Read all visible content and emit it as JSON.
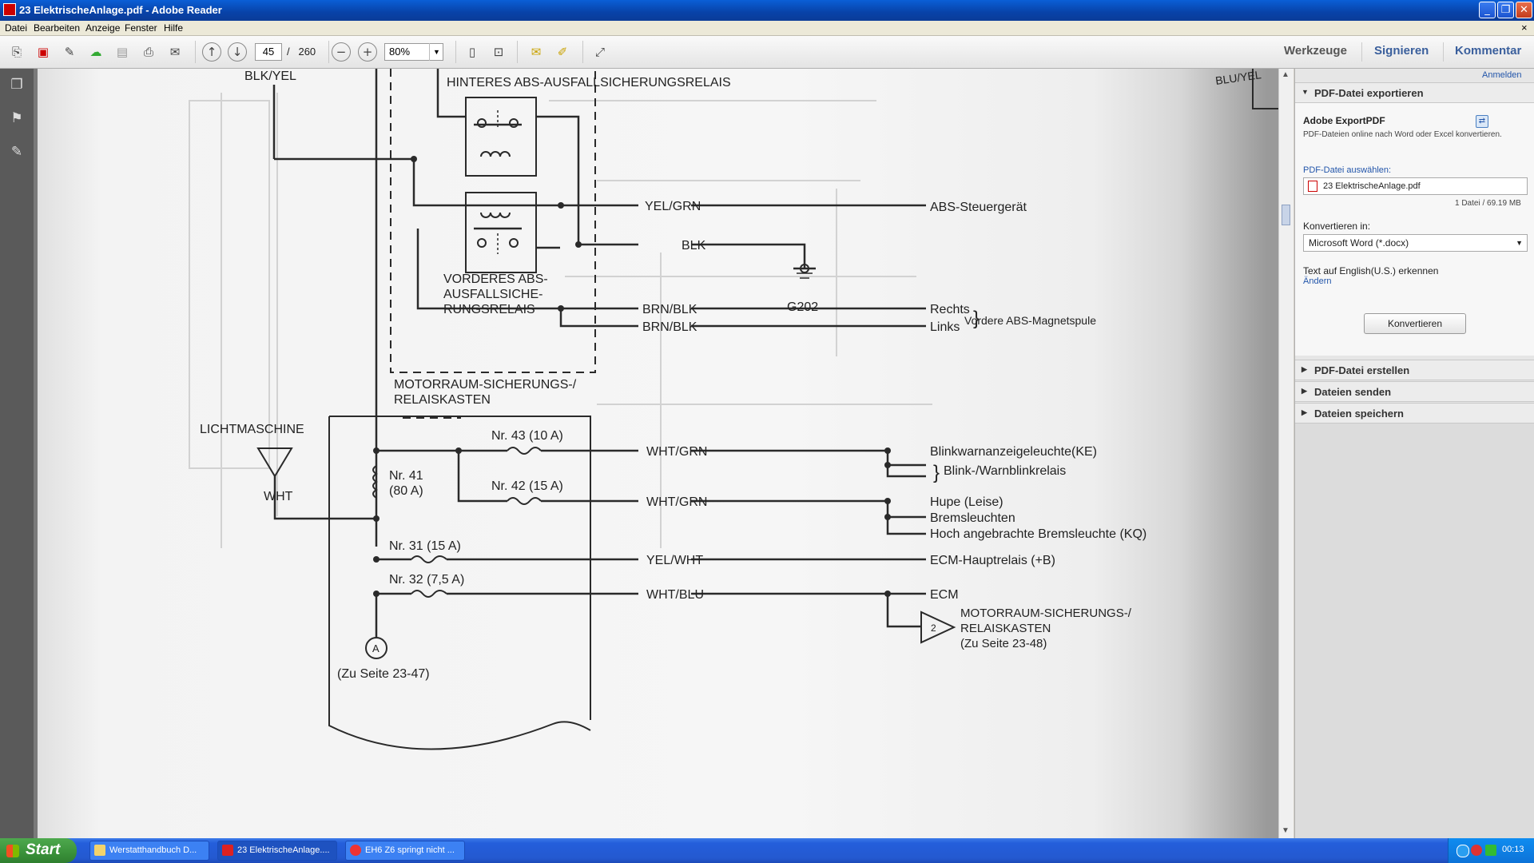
{
  "window": {
    "title": "23 ElektrischeAnlage.pdf - Adobe Reader",
    "min_glyph": "_",
    "max_glyph": "❐",
    "close_glyph": "✕"
  },
  "menu": {
    "items": [
      "Datei",
      "Bearbeiten",
      "Anzeige",
      "Fenster",
      "Hilfe"
    ],
    "close_glyph": "×"
  },
  "toolbar": {
    "page_current": "45",
    "page_separator": "/",
    "page_total": "260",
    "zoom": "80%",
    "right_tabs": [
      "Werkzeuge",
      "Signieren",
      "Kommentar"
    ]
  },
  "icons": [
    "create-pdf-icon",
    "edit-pdf-icon",
    "sign-icon",
    "upload-icon",
    "save-icon",
    "print-icon",
    "email-icon",
    "prev-page-icon",
    "next-page-icon",
    "zoom-out-icon",
    "zoom-in-icon",
    "fit-page-icon",
    "fit-width-icon",
    "comment-icon",
    "highlight-icon",
    "fullscreen-icon",
    "pages-panel-icon",
    "bookmarks-panel-icon",
    "attachments-panel-icon"
  ],
  "right_panel": {
    "signin": "Anmelden",
    "export_header": "PDF-Datei exportieren",
    "exportpdf_title": "Adobe ExportPDF",
    "exportpdf_desc": "PDF-Dateien online nach Word oder Excel konvertieren.",
    "select_label": "PDF-Datei auswählen:",
    "file_name": "23 ElektrischeAnlage.pdf",
    "file_meta": "1 Datei / 69.19 MB",
    "convert_label": "Konvertieren in:",
    "convert_value": "Microsoft Word (*.docx)",
    "ocr_text": "Text auf English(U.S.) erkennen",
    "change_link": "Ändern",
    "convert_button": "Konvertieren",
    "sections": [
      "PDF-Datei erstellen",
      "Dateien senden",
      "Dateien speichern"
    ]
  },
  "taskbar": {
    "start": "Start",
    "tasks": [
      "Werstatthandbuch D...",
      "23 ElektrischeAnlage....",
      "EH6 Z6 springt nicht ..."
    ],
    "clock": "00:13"
  },
  "colors": {
    "titlebar": "#0842a8",
    "taskbar": "#245edb",
    "start": "#3a913a",
    "link": "#2255aa"
  },
  "schematic": {
    "wires": {
      "blk_yel": "BLK/YEL",
      "yel_grn": "YEL/GRN",
      "blk": "BLK",
      "brn_blk_1": "BRN/BLK",
      "brn_blk_2": "BRN/BLK",
      "wht_grn_1": "WHT/GRN",
      "wht_grn_2": "WHT/GRN",
      "yel_wht": "YEL/WHT",
      "wht_blu": "WHT/BLU",
      "wht": "WHT",
      "blu_yel": "BLU/YEL"
    },
    "relays": {
      "rear_relay": "HINTERES ABS-AUSFALLSICHERUNGSRELAIS",
      "front_relay_1": "VORDERES ABS-",
      "front_relay_2": "AUSFALLSICHE-",
      "front_relay_3": "RUNGSRELAIS"
    },
    "fusebox_1": "MOTORRAUM-SICHERUNGS-/",
    "fusebox_2": "RELAISKASTEN",
    "alternator": "LICHTMASCHINE",
    "fuses": {
      "f43": "Nr. 43 (10 A)",
      "f42": "Nr. 42 (15 A)",
      "f41a": "Nr. 41",
      "f41b": "(80 A)",
      "f31": "Nr. 31 (15 A)",
      "f32": "Nr. 32 (7,5 A)"
    },
    "ground": "G202",
    "connector_a": "A",
    "ref_a": "(Zu Seite 23-47)",
    "connector_2": "2",
    "destinations": {
      "abs_unit": "ABS-Steuergerät",
      "right": "Rechts",
      "left": "Links",
      "front_abs_coil": "Vordere ABS-Magnetspule",
      "hazard_indicator": "Blinkwarnanzeigeleuchte(KE)",
      "turn_relay": "Blink-/Warnblinkrelais",
      "horn": "Hupe (Leise)",
      "brake_lights": "Bremsleuchten",
      "high_brake": "Hoch angebrachte Bremsleuchte (KQ)",
      "ecm_main": "ECM-Hauptrelais (+B)",
      "ecm": "ECM",
      "fusebox_ref_1": "MOTORRAUM-SICHERUNGS-/",
      "fusebox_ref_2": "RELAISKASTEN",
      "fusebox_ref_3": "(Zu Seite 23-48)"
    }
  }
}
